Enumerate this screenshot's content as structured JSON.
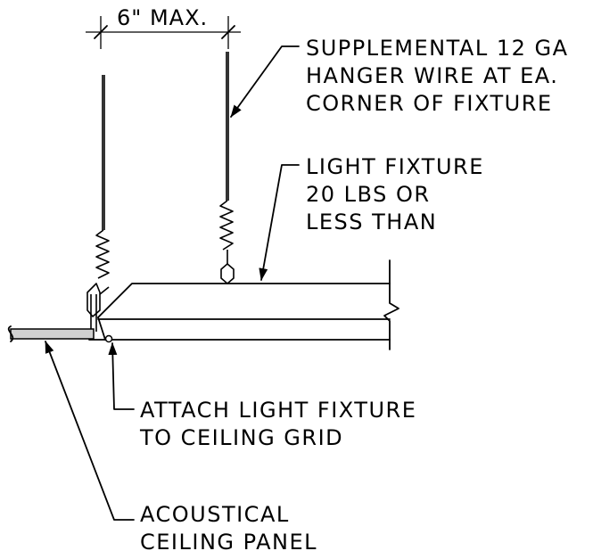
{
  "dimension": {
    "text": "6\" MAX."
  },
  "notes": {
    "hanger": [
      "SUPPLEMENTAL 12 GA",
      "HANGER WIRE AT EA.",
      "CORNER OF FIXTURE"
    ],
    "fixture": [
      "LIGHT FIXTURE",
      "20 LBS OR",
      "LESS THAN"
    ],
    "attach": [
      "ATTACH LIGHT FIXTURE",
      "TO CEILING GRID"
    ],
    "panel": [
      "ACOUSTICAL",
      "CEILING PANEL"
    ]
  },
  "colors": {
    "line": "#000000",
    "panel_fill": "#d0d0d0",
    "background": "#ffffff"
  }
}
